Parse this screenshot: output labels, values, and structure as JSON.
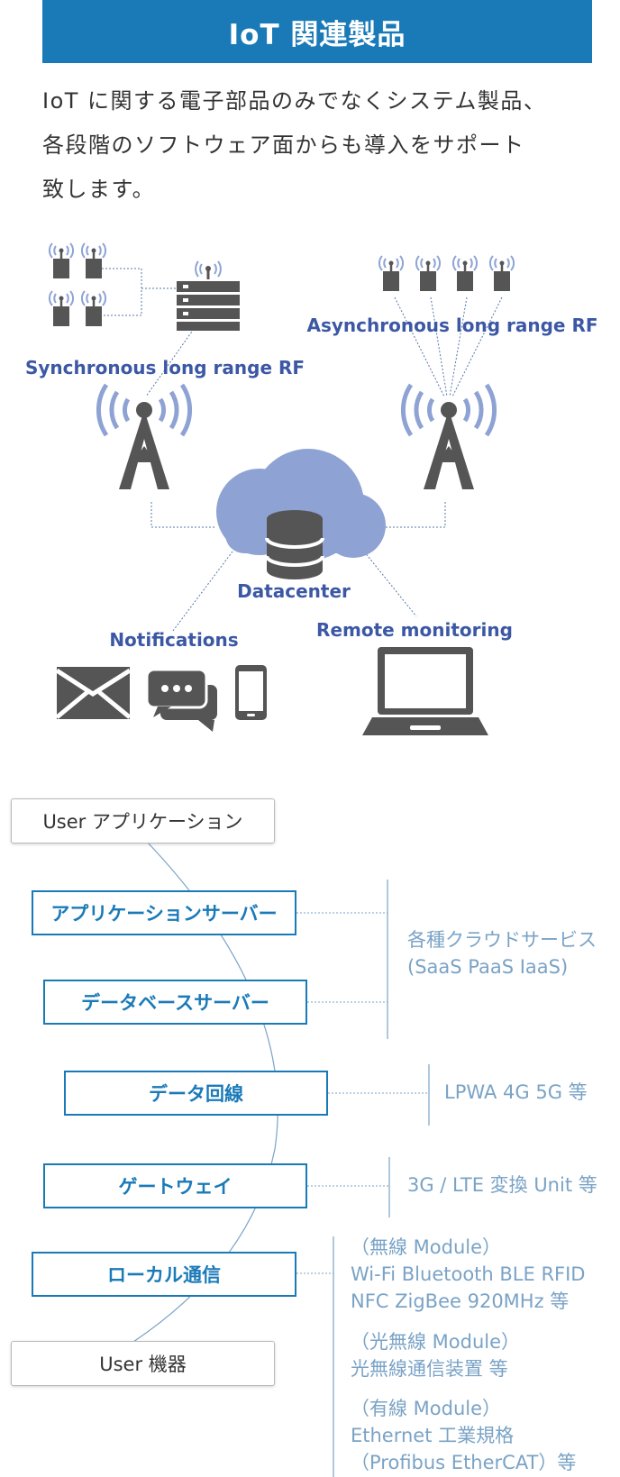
{
  "header": {
    "title": "IoT 関連製品"
  },
  "intro": {
    "lines": [
      "IoT に関する電子部品のみでなくシステム製品、",
      "各段階のソフトウェア面からも導入をサポート",
      "致します。"
    ]
  },
  "diagram": {
    "sync_label": "Synchronous long range RF",
    "async_label": "Asynchronous long range RF",
    "datacenter_label": "Datacenter",
    "notifications_label": "Notifications",
    "remote_label": "Remote monitoring",
    "colors": {
      "accent": "#3c58a5",
      "icon": "#555555",
      "signal": "#8ea3d4",
      "cloud": "#8ea3d4"
    }
  },
  "stack": {
    "user_app": "User アプリケーション",
    "app_server": "アプリケーションサーバー",
    "db_server": "データベースサーバー",
    "data_line": "データ回線",
    "gateway": "ゲートウェイ",
    "local_comm": "ローカル通信",
    "user_device": "User 機器",
    "cloud_note": [
      "各種クラウドサービス",
      "(SaaS PaaS IaaS)"
    ],
    "line_note": "LPWA 4G 5G 等",
    "gateway_note": "3G / LTE 変換 Unit 等",
    "wireless_note": [
      "（無線 Module）",
      "Wi-Fi Bluetooth BLE RFID",
      "NFC ZigBee 920MHz 等"
    ],
    "optical_note": [
      "（光無線 Module）",
      "光無線通信装置 等"
    ],
    "wired_note": [
      "（有線 Module）",
      "Ethernet 工業規格",
      "（Profibus EtherCAT）等"
    ],
    "colors": {
      "box_border": "#1a7ab8",
      "note_text": "#7aa3c6"
    }
  }
}
